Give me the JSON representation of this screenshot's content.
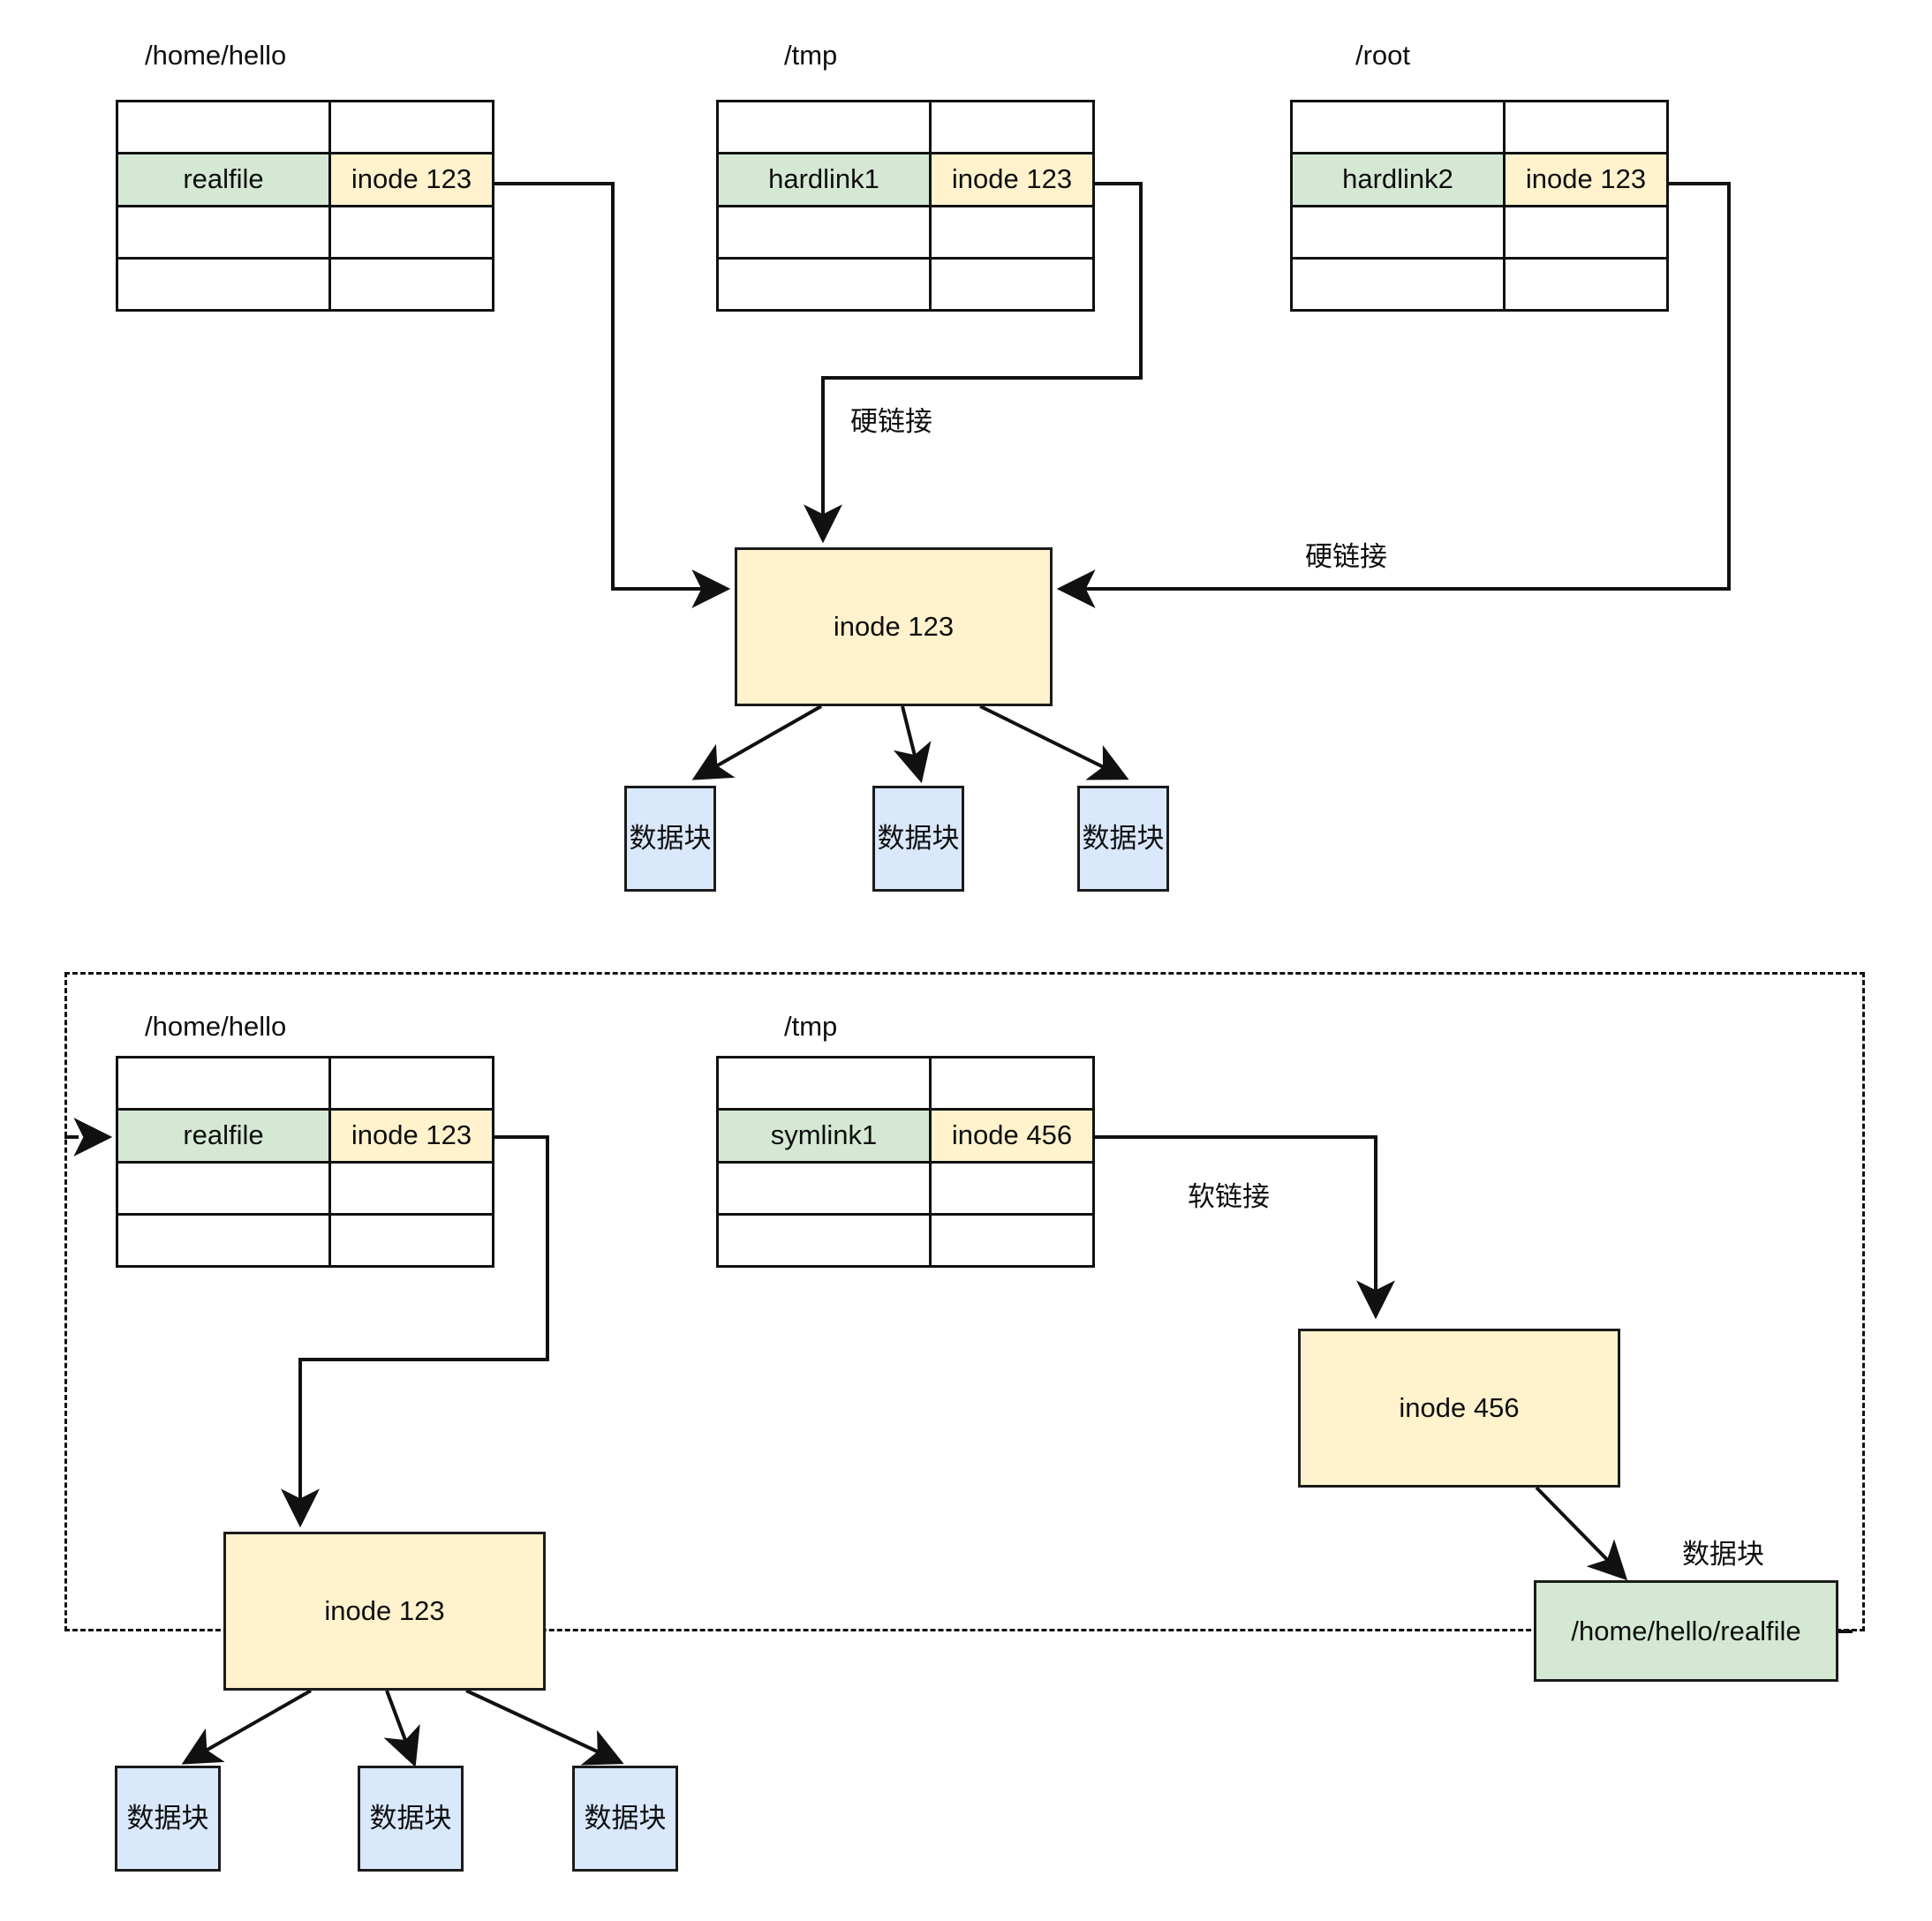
{
  "diagram": {
    "title": "Linux hard link and symbolic link inode diagram",
    "colors": {
      "name_cell": "#d5e8d4",
      "inode_cell": "#fff2cc",
      "data_block": "#dae8fc",
      "stroke": "#111111"
    },
    "hardlink_section": {
      "tables": [
        {
          "title": "/home/hello",
          "rows": [
            {
              "name": "",
              "inode": "",
              "filled": false
            },
            {
              "name": "realfile",
              "inode": "inode 123",
              "filled": true
            },
            {
              "name": "",
              "inode": "",
              "filled": false
            },
            {
              "name": "",
              "inode": "",
              "filled": false
            }
          ]
        },
        {
          "title": "/tmp",
          "rows": [
            {
              "name": "",
              "inode": "",
              "filled": false
            },
            {
              "name": "hardlink1",
              "inode": "inode 123",
              "filled": true
            },
            {
              "name": "",
              "inode": "",
              "filled": false
            },
            {
              "name": "",
              "inode": "",
              "filled": false
            }
          ]
        },
        {
          "title": "/root",
          "rows": [
            {
              "name": "",
              "inode": "",
              "filled": false
            },
            {
              "name": "hardlink2",
              "inode": "inode 123",
              "filled": true
            },
            {
              "name": "",
              "inode": "",
              "filled": false
            },
            {
              "name": "",
              "inode": "",
              "filled": false
            }
          ]
        }
      ],
      "inode_box": "inode 123",
      "edge_labels": {
        "hardlink_center": "硬链接",
        "hardlink_right": "硬链接"
      },
      "data_blocks": [
        "数据块",
        "数据块",
        "数据块"
      ]
    },
    "symlink_section": {
      "tables": [
        {
          "title": "/home/hello",
          "rows": [
            {
              "name": "",
              "inode": "",
              "filled": false
            },
            {
              "name": "realfile",
              "inode": "inode 123",
              "filled": true
            },
            {
              "name": "",
              "inode": "",
              "filled": false
            },
            {
              "name": "",
              "inode": "",
              "filled": false
            }
          ]
        },
        {
          "title": "/tmp",
          "rows": [
            {
              "name": "",
              "inode": "",
              "filled": false
            },
            {
              "name": "symlink1",
              "inode": "inode 456",
              "filled": true
            },
            {
              "name": "",
              "inode": "",
              "filled": false
            },
            {
              "name": "",
              "inode": "",
              "filled": false
            }
          ]
        }
      ],
      "inode_box_left": "inode 123",
      "inode_box_right": "inode 456",
      "edge_labels": {
        "symlink": "软链接",
        "data_block": "数据块"
      },
      "target_path_box": "/home/hello/realfile",
      "data_blocks": [
        "数据块",
        "数据块",
        "数据块"
      ]
    }
  }
}
